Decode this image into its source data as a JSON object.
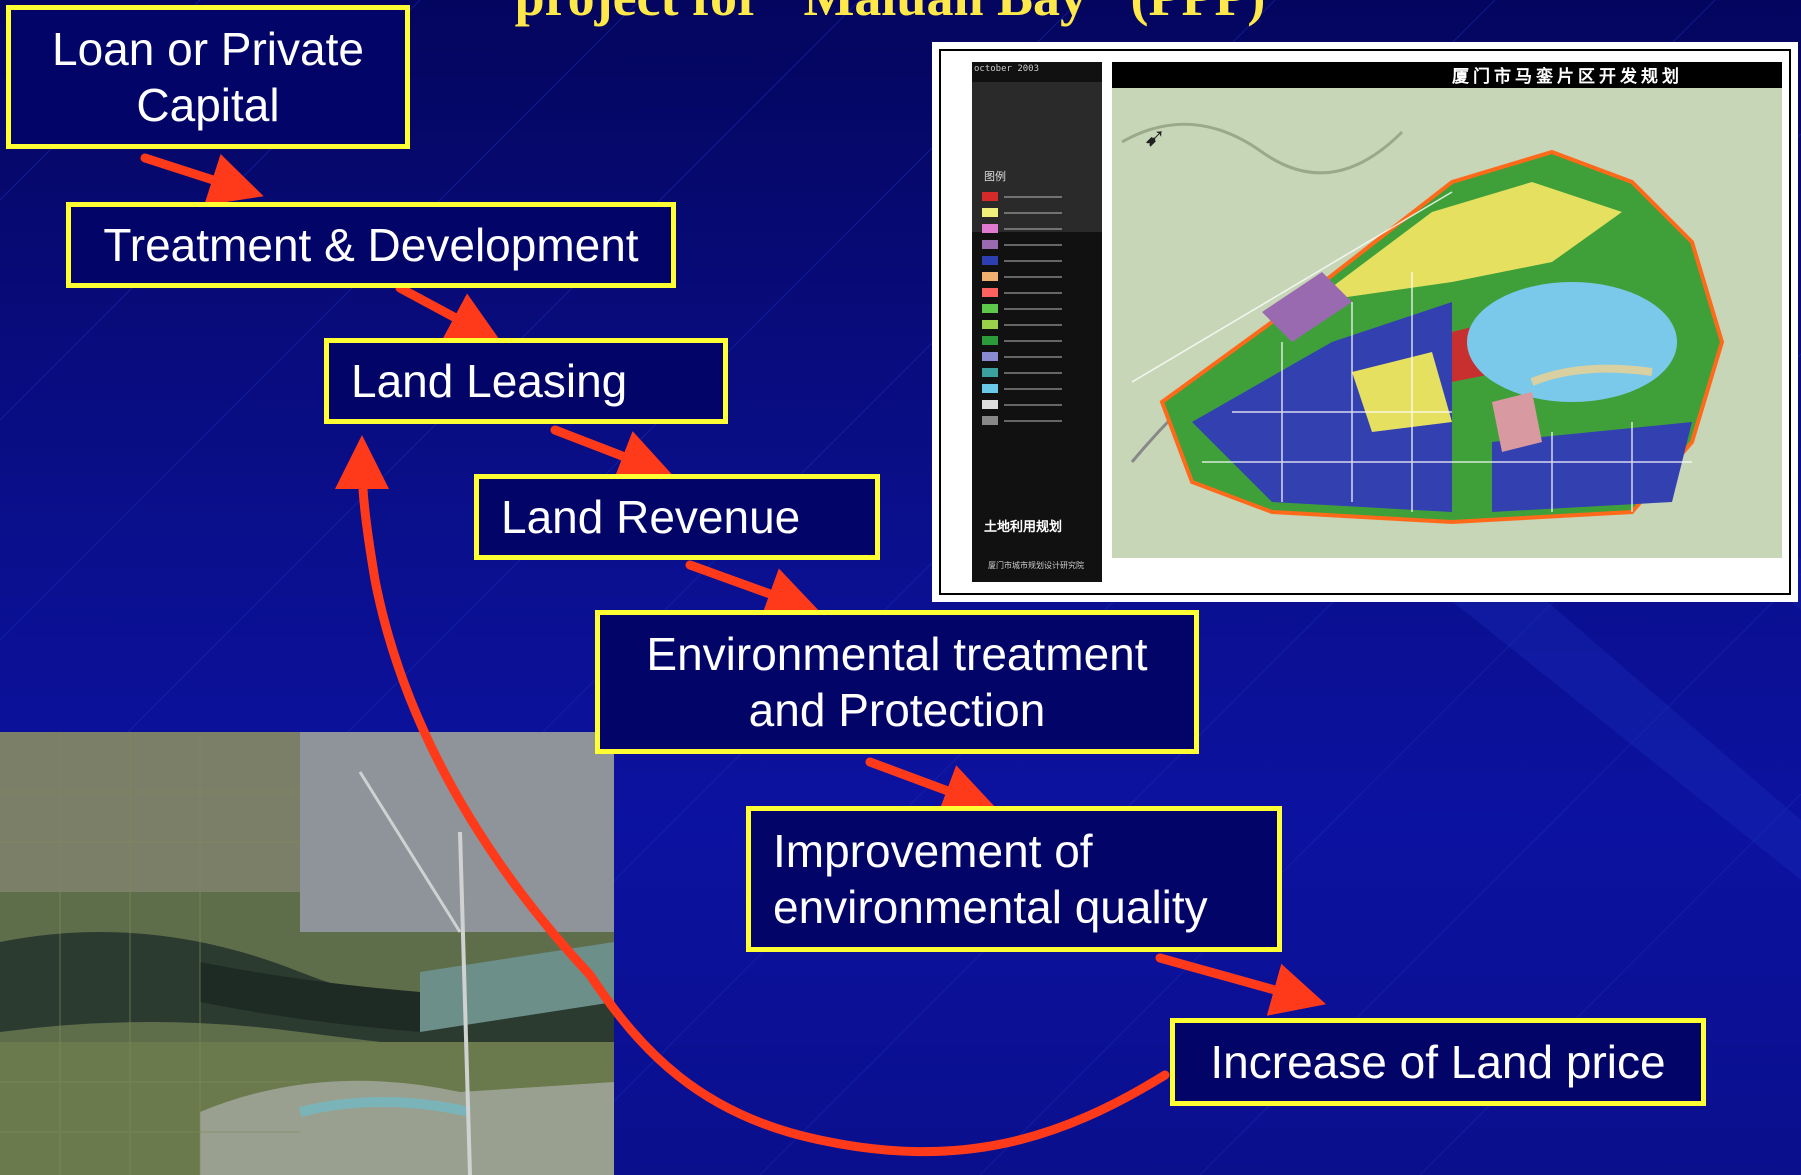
{
  "slide": {
    "title": "project for \"Maluan Bay\" (PPP)"
  },
  "flow": {
    "step1": "Loan or Private Capital",
    "step2": "Treatment & Development",
    "step3": "Land Leasing",
    "step4": "Land Revenue",
    "step5": "Environmental treatment and Protection",
    "step6": "Improvement of environmental quality",
    "step7": "Increase of Land price"
  },
  "plan_map": {
    "title": "厦门市马銮片区开发规划",
    "corner_label": "october 2003",
    "legend_heading": "图例",
    "footer": "土地利用规划",
    "credit": "厦门市城市规划设计研究院"
  },
  "colors": {
    "background": "#0a0f8c",
    "box_border": "#ffff33",
    "arrow": "#ff3a1a",
    "title": "#ffe84a"
  }
}
